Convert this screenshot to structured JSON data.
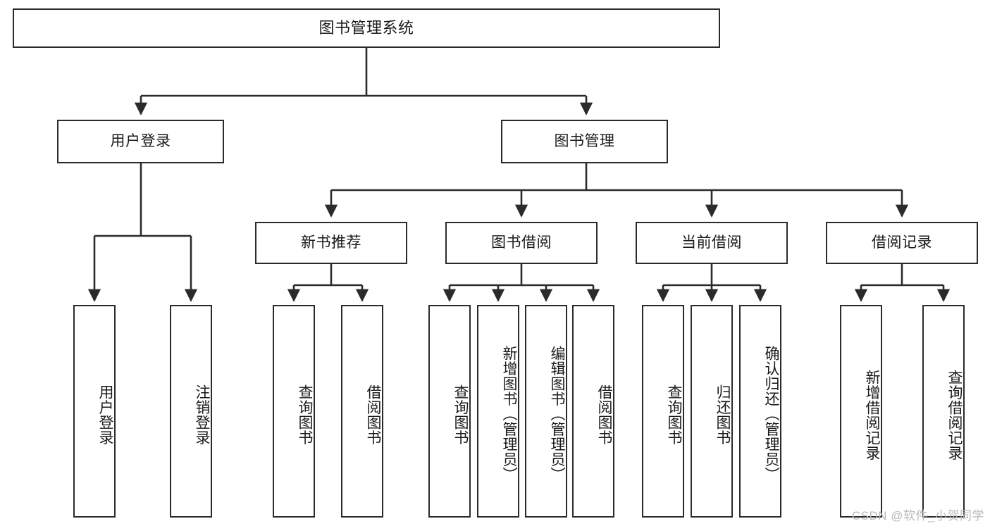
{
  "diagram": {
    "type": "tree-hierarchy",
    "title": "图书管理系统",
    "root": {
      "label": "图书管理系统"
    },
    "level2": [
      {
        "id": "user-login",
        "label": "用户登录"
      },
      {
        "id": "book-manage",
        "label": "图书管理"
      }
    ],
    "level3": [
      {
        "id": "new-book-recommend",
        "label": "新书推荐"
      },
      {
        "id": "book-borrow",
        "label": "图书借阅"
      },
      {
        "id": "current-borrow",
        "label": "当前借阅"
      },
      {
        "id": "borrow-record",
        "label": "借阅记录"
      }
    ],
    "leaves": {
      "user_login": [
        {
          "id": "leaf-user-login",
          "label": "用户登录"
        },
        {
          "id": "leaf-logout-login",
          "label": "注销登录"
        }
      ],
      "new_book_recommend": [
        {
          "id": "leaf-query-book-1",
          "label": "查询图书"
        },
        {
          "id": "leaf-borrow-book-1",
          "label": "借阅图书"
        }
      ],
      "book_borrow": [
        {
          "id": "leaf-query-book-2",
          "label": "查询图书"
        },
        {
          "id": "leaf-add-book",
          "label": "新增图书（管理员）"
        },
        {
          "id": "leaf-edit-book",
          "label": "编辑图书（管理员）"
        },
        {
          "id": "leaf-borrow-book-2",
          "label": "借阅图书"
        }
      ],
      "current_borrow": [
        {
          "id": "leaf-query-book-3",
          "label": "查询图书"
        },
        {
          "id": "leaf-return-book",
          "label": "归还图书"
        },
        {
          "id": "leaf-confirm-return",
          "label": "确认归还（管理员）"
        }
      ],
      "borrow_record": [
        {
          "id": "leaf-add-record",
          "label": "新增借阅记录"
        },
        {
          "id": "leaf-query-record",
          "label": "查询借阅记录"
        }
      ]
    },
    "colors": {
      "stroke": "#2b2b2b",
      "fill": "#ffffff",
      "text": "#1a1a1a",
      "watermark": "#b9b9b9"
    }
  },
  "watermark": {
    "text": "CSDN @软件_小贺同学"
  }
}
